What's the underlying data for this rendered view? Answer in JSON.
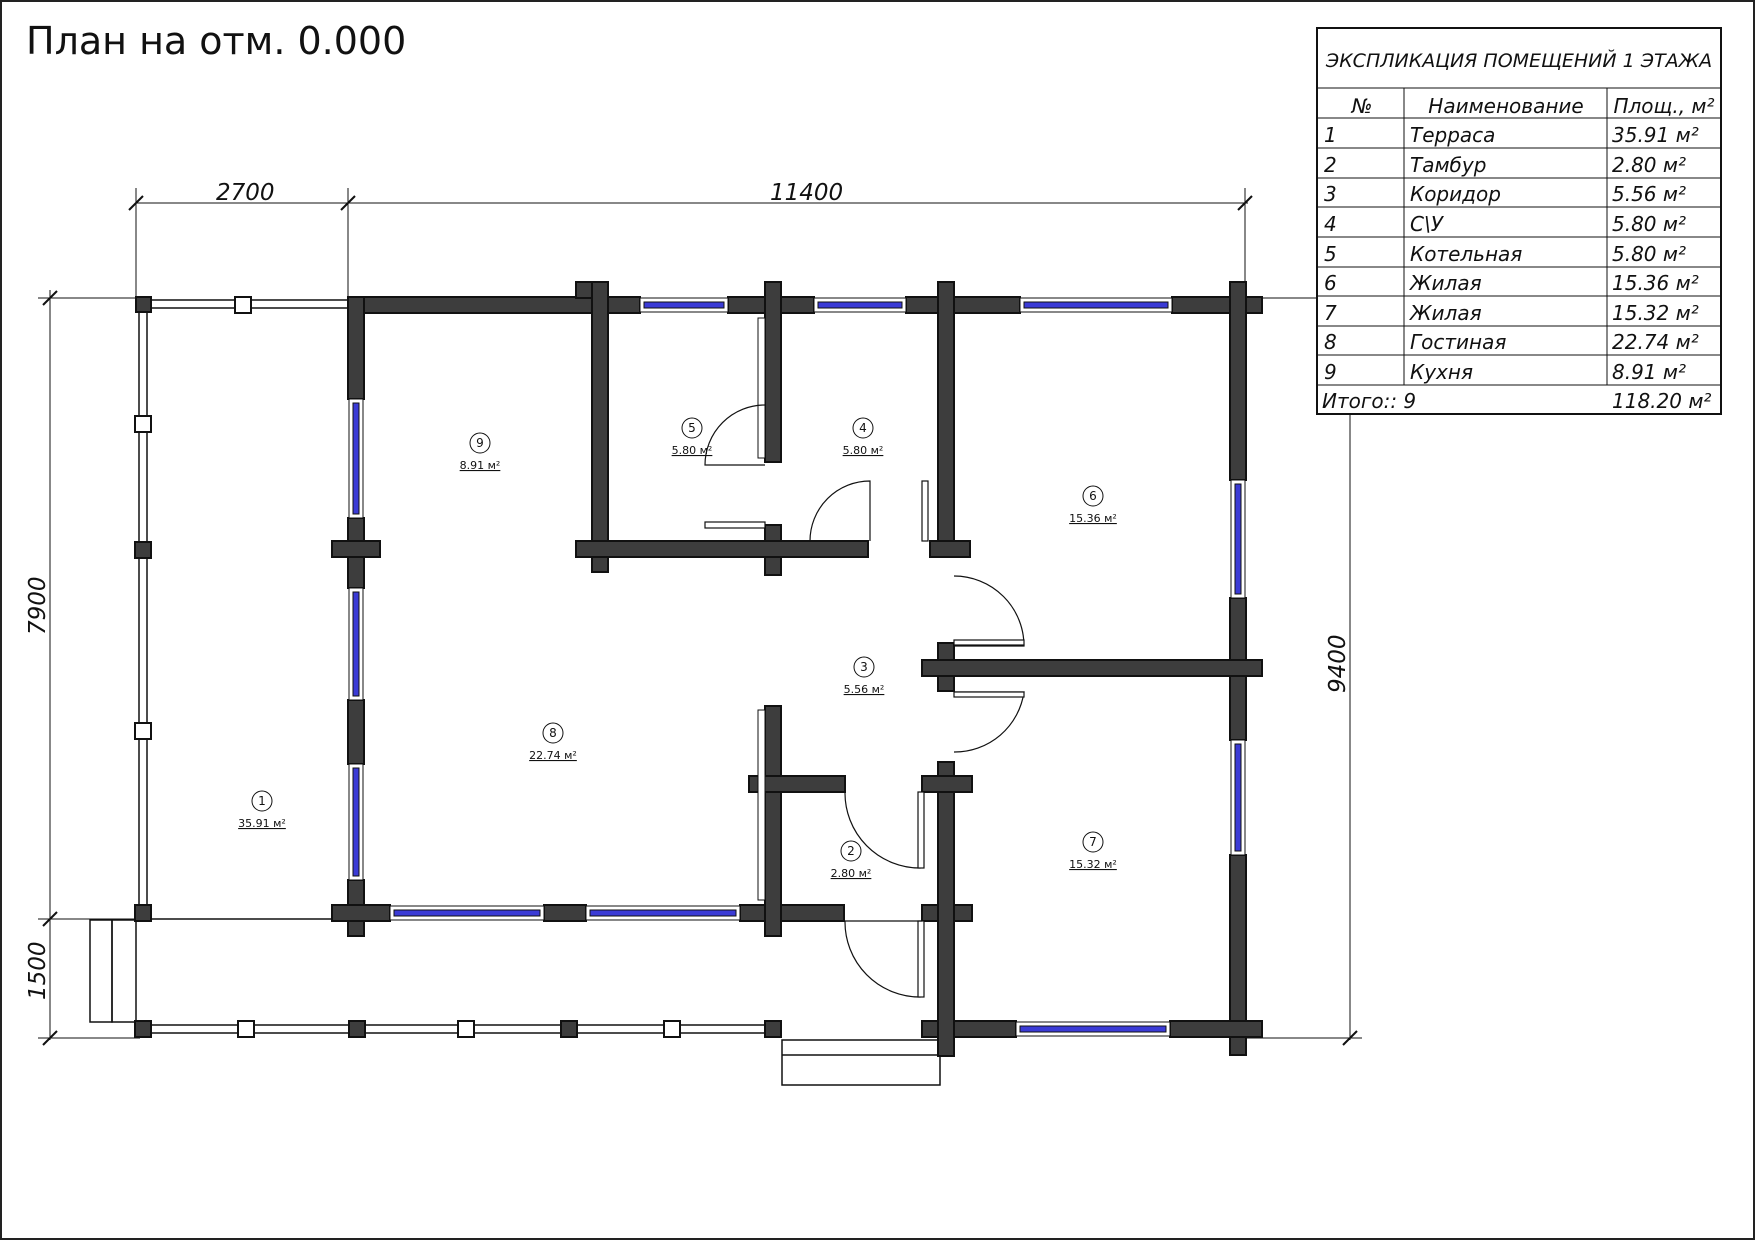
{
  "title": "План на отм. 0.000",
  "dimensions": {
    "top_left": "2700",
    "top_right": "11400",
    "left_main": "7900",
    "left_porch": "1500",
    "right": "9400"
  },
  "explication": {
    "title": "ЭКСПЛИКАЦИЯ ПОМЕЩЕНИЙ 1 ЭТАЖА",
    "headers": [
      "№",
      "Наименование",
      "Площ., м²"
    ],
    "rows": [
      {
        "num": "1",
        "name": "Терраса",
        "area": "35.91 м²"
      },
      {
        "num": "2",
        "name": "Тамбур",
        "area": "2.80 м²"
      },
      {
        "num": "3",
        "name": "Коридор",
        "area": "5.56 м²"
      },
      {
        "num": "4",
        "name": "С\\У",
        "area": "5.80 м²"
      },
      {
        "num": "5",
        "name": "Котельная",
        "area": "5.80 м²"
      },
      {
        "num": "6",
        "name": "Жилая",
        "area": "15.36 м²"
      },
      {
        "num": "7",
        "name": "Жилая",
        "area": "15.32 м²"
      },
      {
        "num": "8",
        "name": "Гостиная",
        "area": "22.74 м²"
      },
      {
        "num": "9",
        "name": "Кухня",
        "area": "8.91 м²"
      }
    ],
    "total_label": "Итого:: 9",
    "total_area": "118.20 м²"
  },
  "rooms": [
    {
      "num": "1",
      "area": "35.91 м²"
    },
    {
      "num": "2",
      "area": "2.80 м²"
    },
    {
      "num": "3",
      "area": "5.56 м²"
    },
    {
      "num": "4",
      "area": "5.80 м²"
    },
    {
      "num": "5",
      "area": "5.80 м²"
    },
    {
      "num": "6",
      "area": "15.36 м²"
    },
    {
      "num": "7",
      "area": "15.32 м²"
    },
    {
      "num": "8",
      "area": "22.74 м²"
    },
    {
      "num": "9",
      "area": "8.91 м²"
    }
  ],
  "colors": {
    "wall": "#3d3d3d",
    "window_glass": "#3b3bd6",
    "line": "#111111"
  }
}
